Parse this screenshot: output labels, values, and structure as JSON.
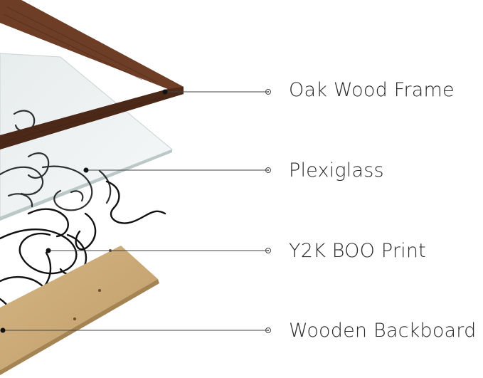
{
  "callouts": [
    {
      "id": "frame",
      "label": "Oak Wood Frame"
    },
    {
      "id": "glass",
      "label": "Plexiglass"
    },
    {
      "id": "print",
      "label": "Y2K BOO Print"
    },
    {
      "id": "board",
      "label": "Wooden Backboard"
    }
  ],
  "colors": {
    "background": "#ffffff",
    "frame_wood": "#5a2f1c",
    "frame_wood_light": "#7a4a30",
    "glass_tint": "#e9eeee",
    "print_line": "#111111",
    "backboard": "#c9a877",
    "leader_line": "#444444",
    "label_text": "#2b2b2b"
  }
}
